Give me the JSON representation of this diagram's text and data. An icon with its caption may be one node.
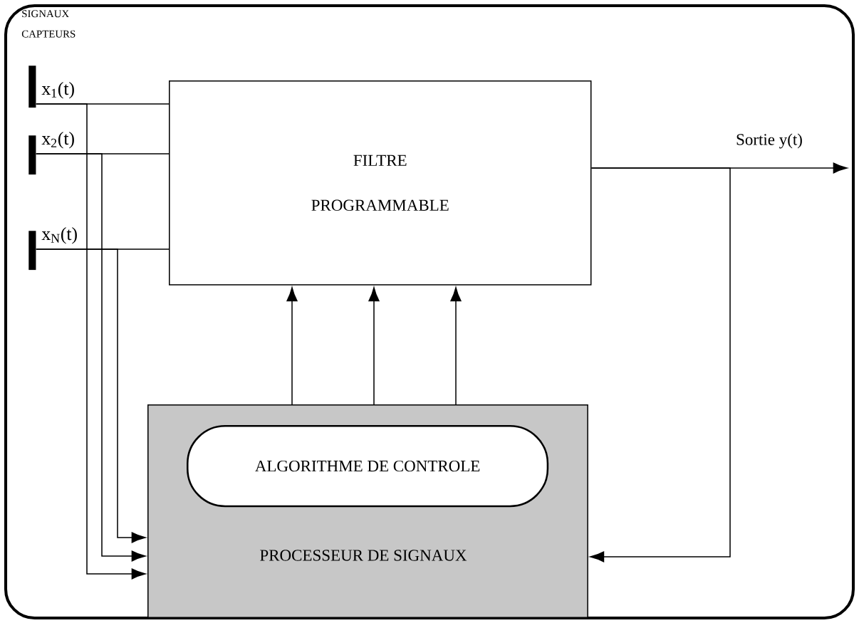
{
  "diagram": {
    "nodes": [
      {
        "text": [
          "x$_{1}$(t)"
        ]
      },
      {
        "text": [
          "x$_{2}$(t)"
        ]
      },
      {
        "text": [
          "x$_{N}$(t)"
        ]
      },
      {
        "text": [
          "FILTRE PROGRAMMABLE"
        ]
      },
      {
        "text": [
          "PROCESSEUR DE SIGNAUX"
        ]
      },
      {
        "text": [
          "ALGORITHME DE CONTROLE"
        ],
        "in": 4
      }
    ],
    "edges": [
      {
        "from": 0,
        "to": 3,
        "arrow": "none"
      },
      {
        "from": 1,
        "to": 3,
        "arrow": "none"
      },
      {
        "from": 2,
        "to": 3,
        "arrow": "none"
      },
      {
        "from": 0,
        "to": 4,
        "arrow": "to"
      },
      {
        "from": 1,
        "to": 4,
        "arrow": "to"
      },
      {
        "from": 2,
        "to": 4,
        "arrow": "to"
      },
      {
        "from": 4,
        "to": 3,
        "arrow": "to"
      },
      {
        "from": 4,
        "to": 3,
        "arrow": "to"
      },
      {
        "from": 4,
        "to": 3,
        "arrow": "to"
      },
      {
        "from": 3,
        "to": null,
        "arrow": "to",
        "label": "Sortie  y(t)"
      },
      {
        "from": 3,
        "to": 4,
        "arrow": "to"
      }
    ],
    "labels": [
      "SIGNAUX CAPTEURS"
    ]
  }
}
